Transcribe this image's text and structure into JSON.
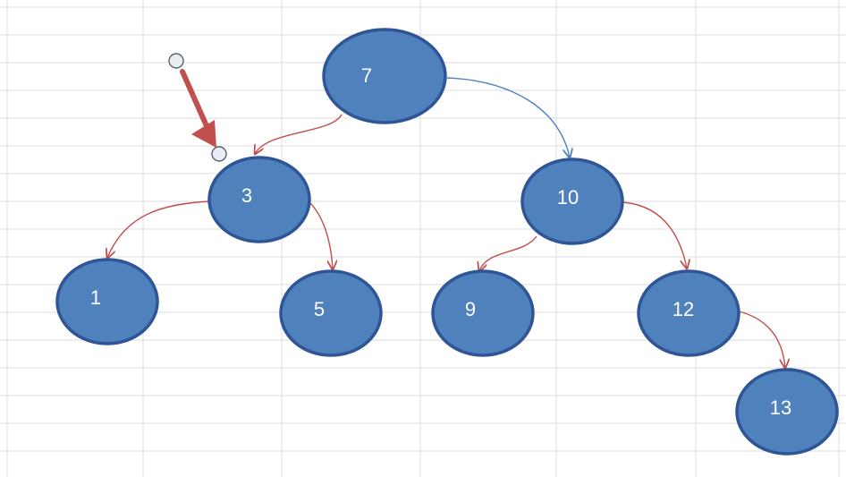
{
  "diagram": {
    "type": "binary-search-tree",
    "nodes": [
      {
        "id": "n7",
        "label": "7"
      },
      {
        "id": "n3",
        "label": "3"
      },
      {
        "id": "n10",
        "label": "10"
      },
      {
        "id": "n1",
        "label": "1"
      },
      {
        "id": "n5",
        "label": "5"
      },
      {
        "id": "n9",
        "label": "9"
      },
      {
        "id": "n12",
        "label": "12"
      },
      {
        "id": "n13",
        "label": "13"
      }
    ],
    "edges": [
      {
        "from": "n7",
        "to": "n3",
        "color": "#c0504d"
      },
      {
        "from": "n7",
        "to": "n10",
        "color": "#4f81bd"
      },
      {
        "from": "n3",
        "to": "n1",
        "color": "#c0504d"
      },
      {
        "from": "n3",
        "to": "n5",
        "color": "#c0504d"
      },
      {
        "from": "n10",
        "to": "n9",
        "color": "#c0504d"
      },
      {
        "from": "n10",
        "to": "n12",
        "color": "#c0504d"
      },
      {
        "from": "n12",
        "to": "n13",
        "color": "#c0504d"
      }
    ],
    "pointer_arrow_color": "#c0504d",
    "colors": {
      "node_fill": "#4f81bd",
      "node_stroke": "#2f5597",
      "label": "#ffffff",
      "grid": "#d9dde3"
    }
  }
}
